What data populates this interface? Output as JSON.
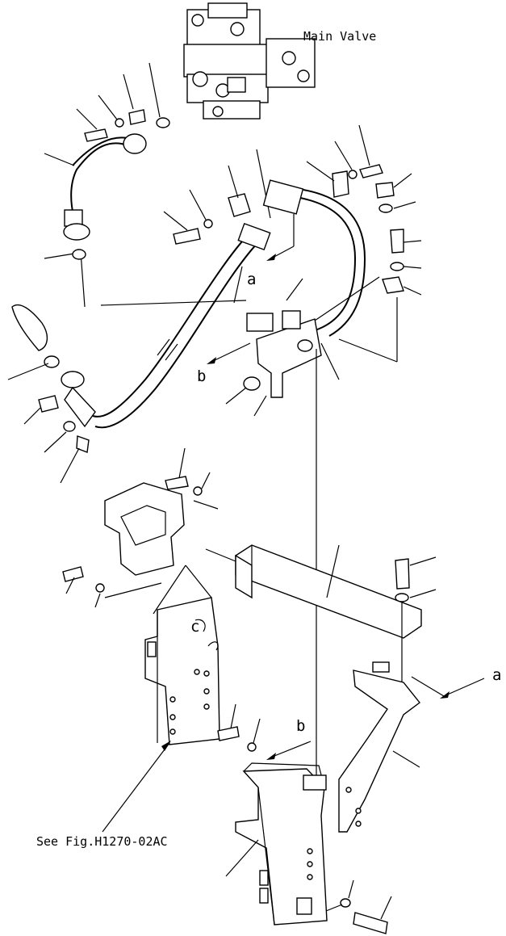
{
  "labels": {
    "main_valve": "Main Valve",
    "see_fig": "See Fig.H1270-02AC",
    "callout_a_upper": "a",
    "callout_b_upper": "b",
    "callout_a_lower": "a",
    "callout_b_lower": "b",
    "callout_c": "c"
  }
}
